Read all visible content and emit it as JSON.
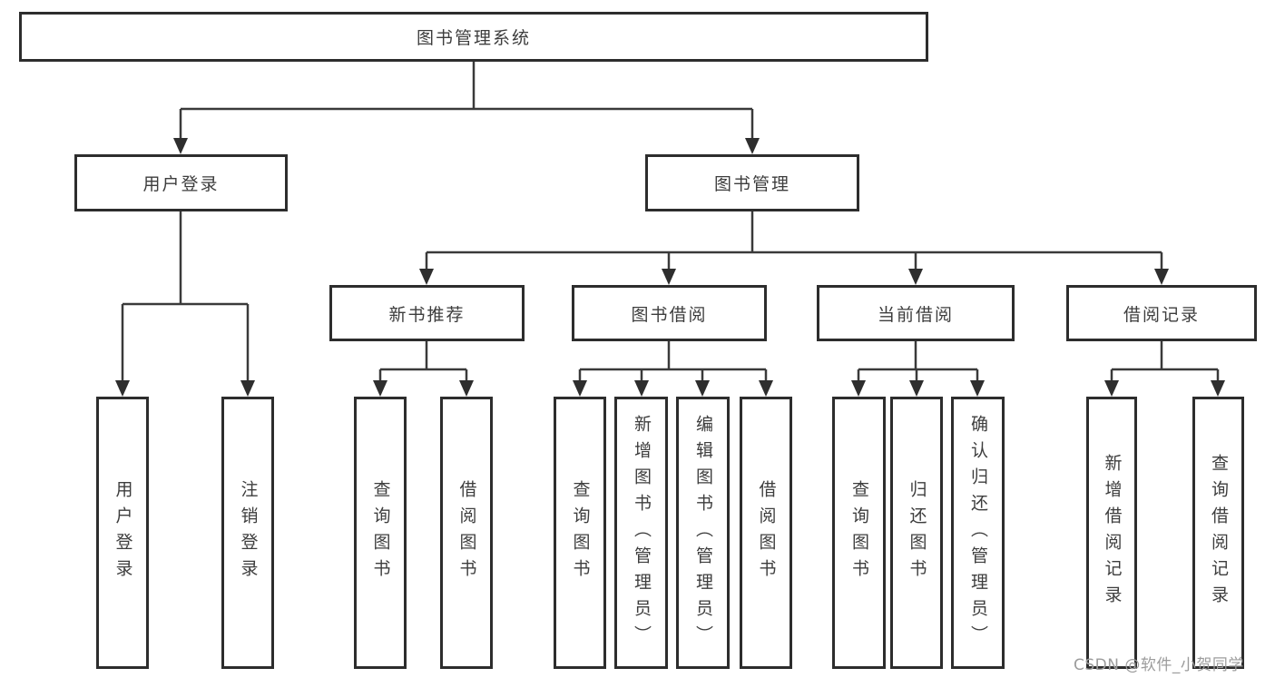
{
  "diagram": {
    "root": {
      "label": "图书管理系统"
    },
    "level2": [
      {
        "label": "用户登录"
      },
      {
        "label": "图书管理"
      }
    ],
    "level3": [
      {
        "label": "新书推荐",
        "parent": "图书管理"
      },
      {
        "label": "图书借阅",
        "parent": "图书管理"
      },
      {
        "label": "当前借阅",
        "parent": "图书管理"
      },
      {
        "label": "借阅记录",
        "parent": "图书管理"
      }
    ],
    "leaves": [
      {
        "label": "用户登录",
        "parent": "用户登录"
      },
      {
        "label": "注销登录",
        "parent": "用户登录"
      },
      {
        "label": "查询图书",
        "parent": "新书推荐"
      },
      {
        "label": "借阅图书",
        "parent": "新书推荐"
      },
      {
        "label": "查询图书",
        "parent": "图书借阅"
      },
      {
        "label": "新增图书（管理员）",
        "parent": "图书借阅"
      },
      {
        "label": "编辑图书（管理员）",
        "parent": "图书借阅"
      },
      {
        "label": "借阅图书",
        "parent": "图书借阅"
      },
      {
        "label": "查询图书",
        "parent": "当前借阅"
      },
      {
        "label": "归还图书",
        "parent": "当前借阅"
      },
      {
        "label": "确认归还（管理员）",
        "parent": "当前借阅"
      },
      {
        "label": "新增借阅记录",
        "parent": "借阅记录"
      },
      {
        "label": "查询借阅记录",
        "parent": "借阅记录"
      }
    ]
  },
  "watermark": "CSDN @软件_小贺同学",
  "colors": {
    "line": "#3a3a3a",
    "box_border": "#2d2d2d",
    "text": "#3d3d3d",
    "watermark": "#9c9c9c",
    "background": "#ffffff"
  }
}
